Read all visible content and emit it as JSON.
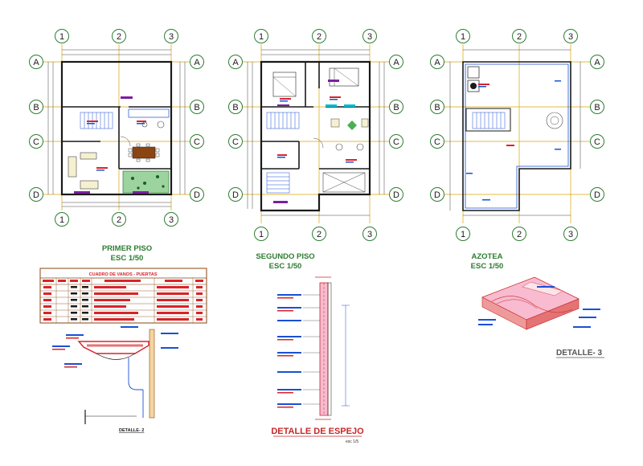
{
  "colors": {
    "wall": "#1a1a1a",
    "axis_line": "#d9a400",
    "bubble": "#2e7d32",
    "title_green": "#2e7d32",
    "title_dark": "#333333",
    "furniture_blue": "#1a4fd6",
    "furniture_purple": "#7a1fa0",
    "furniture_red": "#d8232a",
    "brown_table": "#8b4513",
    "green_area": "#4caf50",
    "detail_red": "#c62828",
    "detail_pink": "#e57373"
  },
  "plans": [
    {
      "id": "primer-piso",
      "title": "PRIMER PISO",
      "scale": "ESC 1/50",
      "col_labels": [
        "1",
        "2",
        "3"
      ],
      "row_labels": [
        "A",
        "B",
        "C",
        "D"
      ]
    },
    {
      "id": "segundo-piso",
      "title": "SEGUNDO PISO",
      "scale": "ESC 1/50",
      "col_labels": [
        "1",
        "2",
        "3"
      ],
      "row_labels": [
        "A",
        "B",
        "C",
        "D"
      ]
    },
    {
      "id": "azotea",
      "title": "AZOTEA",
      "scale": "ESC 1/50",
      "col_labels": [
        "1",
        "2",
        "3"
      ],
      "row_labels": [
        "A",
        "B",
        "C",
        "D"
      ]
    }
  ],
  "door_table": {
    "title": "CUADRO DE VANOS - PUERTAS",
    "rows": 6
  },
  "details": {
    "espejo": "DETALLE DE ESPEJO",
    "espejo_scale": "esc 1/5",
    "detalle3": "DETALLE- 3",
    "detalle2": "DETALLE- 2"
  }
}
